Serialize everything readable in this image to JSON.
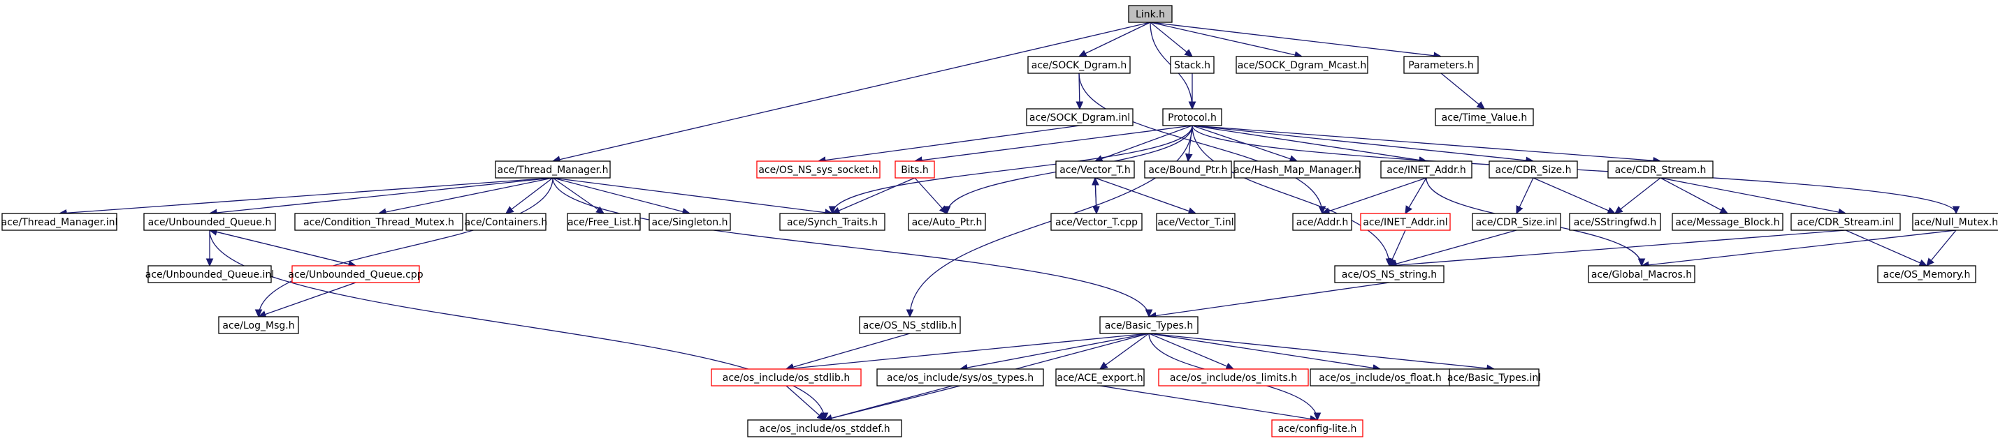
{
  "diagram": {
    "title": "",
    "colors": {
      "edge": "#191970",
      "root_fill": "#bfbfbf",
      "normal_border": "#000000",
      "undocumented_border": "#ff0000"
    },
    "nodes": {
      "link_h": "Link.h",
      "sock_dgram_h": "ace/SOCK_Dgram.h",
      "stack_h": "Stack.h",
      "sock_dgram_mcast_h": "ace/SOCK_Dgram_Mcast.h",
      "parameters_h": "Parameters.h",
      "sock_dgram_inl": "ace/SOCK_Dgram.inl",
      "protocol_h": "Protocol.h",
      "time_value_h": "ace/Time_Value.h",
      "thread_manager_h": "ace/Thread_Manager.h",
      "os_ns_sys_socket_h": "ace/OS_NS_sys_socket.h",
      "bits_h": "Bits.h",
      "vector_t_h": "ace/Vector_T.h",
      "bound_ptr_h": "ace/Bound_Ptr.h",
      "hash_map_manager_h": "ace/Hash_Map_Manager.h",
      "inet_addr_h": "ace/INET_Addr.h",
      "cdr_size_h": "ace/CDR_Size.h",
      "cdr_stream_h": "ace/CDR_Stream.h",
      "thread_manager_inl": "ace/Thread_Manager.inl",
      "unbounded_queue_h": "ace/Unbounded_Queue.h",
      "condition_thread_mutex_h": "ace/Condition_Thread_Mutex.h",
      "containers_h": "ace/Containers.h",
      "free_list_h": "ace/Free_List.h",
      "singleton_h": "ace/Singleton.h",
      "synch_traits_h": "ace/Synch_Traits.h",
      "auto_ptr_h": "ace/Auto_Ptr.h",
      "vector_t_cpp": "ace/Vector_T.cpp",
      "vector_t_inl": "ace/Vector_T.inl",
      "addr_h": "ace/Addr.h",
      "inet_addr_inl": "ace/INET_Addr.inl",
      "cdr_size_inl": "ace/CDR_Size.inl",
      "sstringfwd_h": "ace/SStringfwd.h",
      "message_block_h": "ace/Message_Block.h",
      "cdr_stream_inl": "ace/CDR_Stream.inl",
      "null_mutex_h": "ace/Null_Mutex.h",
      "unbounded_queue_inl": "ace/Unbounded_Queue.inl",
      "unbounded_queue_cpp": "ace/Unbounded_Queue.cpp",
      "os_ns_string_h": "ace/OS_NS_string.h",
      "global_macros_h": "ace/Global_Macros.h",
      "os_memory_h": "ace/OS_Memory.h",
      "log_msg_h": "ace/Log_Msg.h",
      "os_ns_stdlib_h": "ace/OS_NS_stdlib.h",
      "basic_types_h": "ace/Basic_Types.h",
      "os_include_os_stdlib_h": "ace/os_include/os_stdlib.h",
      "os_include_sys_os_types_h": "ace/os_include/sys/os_types.h",
      "ace_export_h": "ace/ACE_export.h",
      "os_include_os_limits_h": "ace/os_include/os_limits.h",
      "os_include_os_float_h": "ace/os_include/os_float.h",
      "basic_types_inl": "ace/Basic_Types.inl",
      "os_include_os_stddef_h": "ace/os_include/os_stddef.h",
      "config_lite_h": "ace/config-lite.h"
    }
  }
}
